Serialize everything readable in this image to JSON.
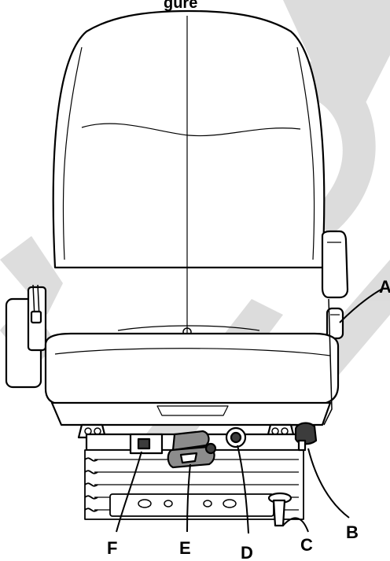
{
  "figure": {
    "heading_fragment": "gure",
    "watermark_color": "#d9d9d9",
    "line_color": "#000000",
    "fill_dark": "#3c3c3c",
    "fill_mid": "#8c8c8c"
  },
  "callouts": {
    "a": "A",
    "b": "B",
    "c": "C",
    "d": "D",
    "e": "E",
    "f": "F"
  },
  "parts": [
    "backrest",
    "armrest",
    "lumbar-adjust-knob",
    "seat-cushion",
    "suspension-bellows",
    "weight-adjust-handle",
    "height-adjust-knob",
    "weight-indicator",
    "fore-aft-lever",
    "tilt-knob"
  ]
}
